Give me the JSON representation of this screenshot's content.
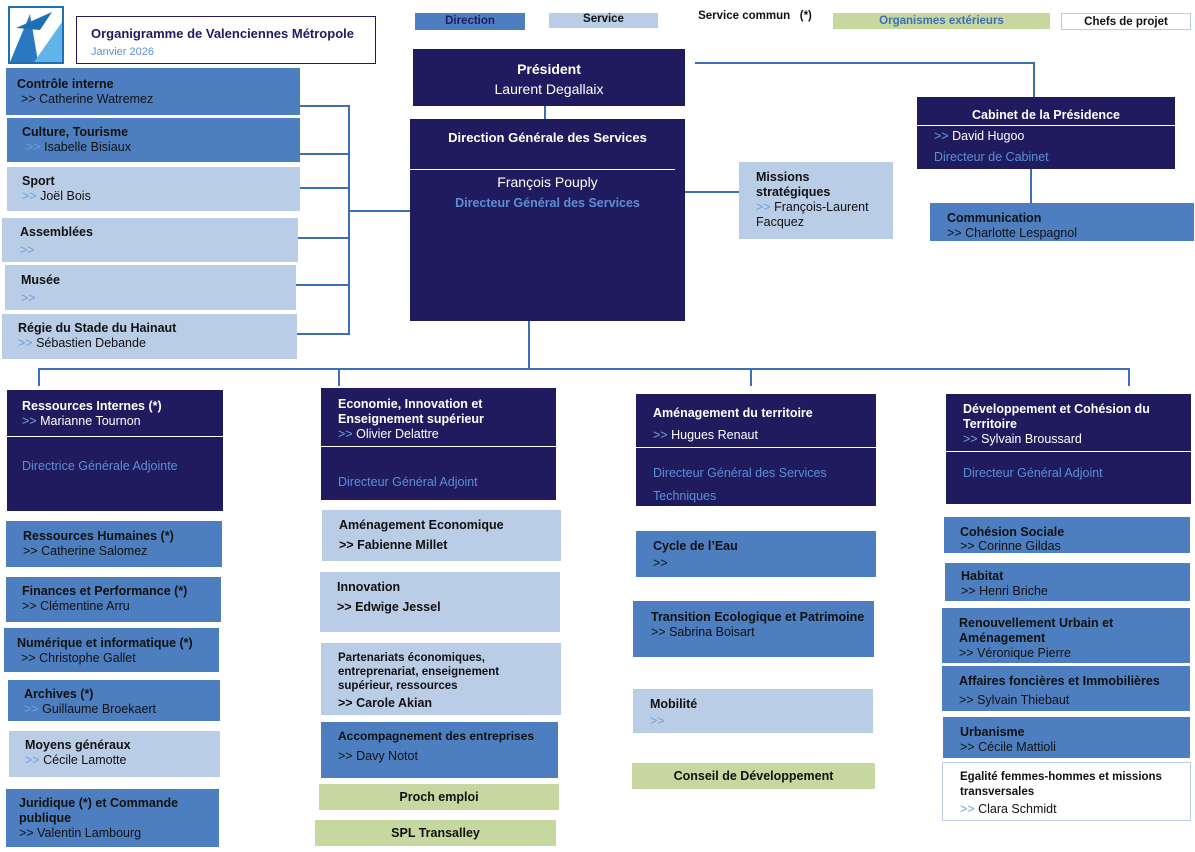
{
  "header": {
    "title": "Organigramme de Valenciennes Métropole",
    "date": "Janvier 2026"
  },
  "legend": {
    "direction": "Direction",
    "service": "Service",
    "service_commun": "Service commun",
    "star": "(*)",
    "organismes": "Organismes extérieurs",
    "chefs": "Chefs de projet"
  },
  "arrow": ">>",
  "president": {
    "title": "Président",
    "name": "Laurent Degallaix"
  },
  "dgs": {
    "title": "Direction Générale des  Services",
    "name": "François Pouply",
    "role": "Directeur Général des Services"
  },
  "missions": {
    "title": "Missions stratégiques",
    "name": "François-Laurent Facquez"
  },
  "cabinet": {
    "title": "Cabinet de la Présidence",
    "name": "David Hugoo",
    "role": "Directeur de Cabinet"
  },
  "communication": {
    "title": "Communication",
    "name": "Charlotte Lespagnol"
  },
  "left": {
    "controle": {
      "title": "Contrôle interne",
      "name": "Catherine Watremez"
    },
    "culture": {
      "title": "Culture, Tourisme",
      "name": "Isabelle Bisiaux"
    },
    "sport": {
      "title": "Sport",
      "name": "Joël Bois"
    },
    "assemblees": {
      "title": "Assemblées"
    },
    "musee": {
      "title": "Musée"
    },
    "regie": {
      "title": "Régie du Stade du Hainaut",
      "name": "Sébastien Debande"
    }
  },
  "col1": {
    "head": {
      "title": "Ressources Internes (*)",
      "name": "Marianne Tournon",
      "role": "Directrice Générale Adjointe"
    },
    "rh": {
      "title": "Ressources Humaines (*)",
      "name": "Catherine Salomez"
    },
    "finances": {
      "title": "Finances et Performance (*)",
      "name": "Clémentine Arru"
    },
    "numerique": {
      "title": "Numérique et informatique (*)",
      "name": "Christophe Gallet"
    },
    "archives": {
      "title": "Archives (*)",
      "name": "Guillaume Broekaert"
    },
    "moyens": {
      "title": "Moyens généraux",
      "name": "Cécile Lamotte"
    },
    "juridique": {
      "title": "Juridique (*) et Commande publique",
      "name": "Valentin Lambourg"
    }
  },
  "col2": {
    "head": {
      "title": "Economie, Innovation et Enseignement supérieur",
      "name": "Olivier Delattre",
      "role": "Directeur Général Adjoint"
    },
    "amenagement_eco": {
      "title": "Aménagement Economique",
      "name": "Fabienne Millet"
    },
    "innovation": {
      "title": "Innovation",
      "name": "Edwige Jessel"
    },
    "partenariats": {
      "title": "Partenariats économiques, entreprenariat, enseignement supérieur, ressources",
      "name": "Carole Akian"
    },
    "accompagnement": {
      "title": "Accompagnement des entreprises",
      "name": "Davy Notot"
    },
    "proch": {
      "title": "Proch emploi"
    },
    "spl": {
      "title": "SPL Transalley"
    }
  },
  "col3": {
    "head": {
      "title": "Aménagement du territoire",
      "name": "Hugues Renaut",
      "role": "Directeur Général des Services Techniques"
    },
    "eau": {
      "title": "Cycle de l’Eau"
    },
    "transition": {
      "title": "Transition Ecologique et Patrimoine",
      "name": "Sabrina Boisart"
    },
    "mobilite": {
      "title": "Mobilité"
    },
    "conseil": {
      "title": "Conseil de Développement"
    }
  },
  "col4": {
    "head": {
      "title": "Développement et Cohésion du Territoire",
      "name": "Sylvain Broussard",
      "role": "Directeur Général Adjoint"
    },
    "cohesion": {
      "title": "Cohésion Sociale",
      "name": "Corinne Gildas"
    },
    "habitat": {
      "title": "Habitat",
      "name": "Henri Briche"
    },
    "renouvellement": {
      "title": "Renouvellement Urbain et Aménagement",
      "name": "Véronique Pierre"
    },
    "affaires": {
      "title": "Affaires foncières et Immobilières",
      "name": "Sylvain Thiebaut"
    },
    "urbanisme": {
      "title": "Urbanisme",
      "name": "Cécile Mattioli"
    },
    "egalite": {
      "title": "Egalité femmes-hommes et missions transversales",
      "name": "Clara Schmidt"
    }
  }
}
